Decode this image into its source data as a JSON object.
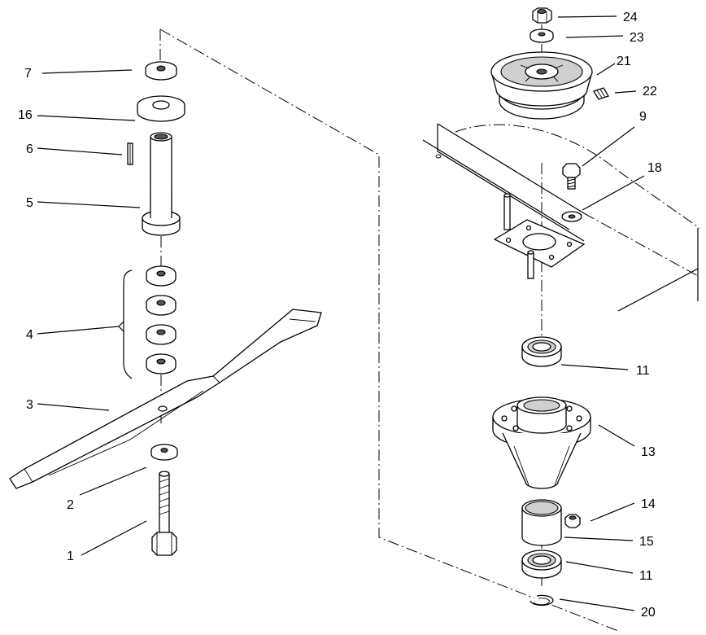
{
  "callouts": {
    "c1": "1",
    "c2": "2",
    "c3": "3",
    "c4": "4",
    "c5": "5",
    "c6": "6",
    "c7": "7",
    "c16": "16",
    "c24": "24",
    "c23": "23",
    "c21": "21",
    "c22": "22",
    "c9": "9",
    "c18": "18",
    "c11a": "11",
    "c13": "13",
    "c14": "14",
    "c15": "15",
    "c11b": "11",
    "c20": "20"
  }
}
